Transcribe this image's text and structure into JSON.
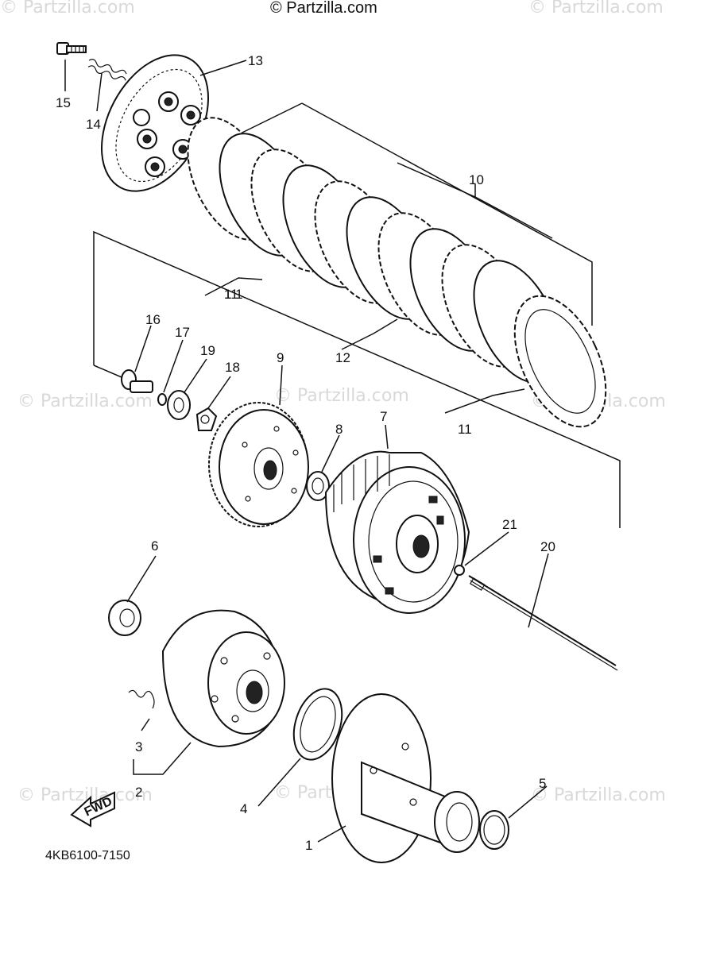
{
  "watermark": {
    "top_center": "© Partzilla.com",
    "faint_text": "© Partzilla.com"
  },
  "diagram_code": "4KB6100-7150",
  "fwd_label": "FWD",
  "bracket_marks": {
    "left": "1 1",
    "mid": "1 1",
    "right": "1 1"
  },
  "callouts": [
    "1",
    "2",
    "3",
    "4",
    "5",
    "6",
    "7",
    "8",
    "9",
    "10",
    "11",
    "11",
    "12",
    "13",
    "14",
    "15",
    "16",
    "17",
    "18",
    "19",
    "20",
    "21"
  ],
  "colors": {
    "line": "#111111",
    "watermark": "#d9d9d9",
    "background": "#ffffff"
  }
}
